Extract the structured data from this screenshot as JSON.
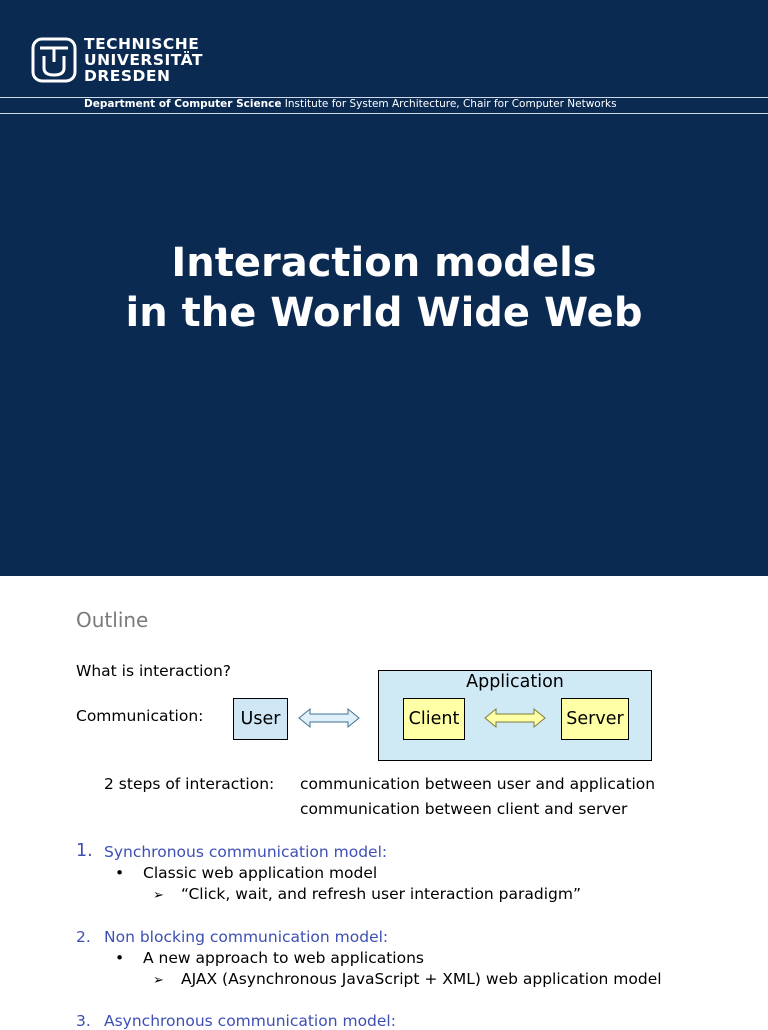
{
  "header": {
    "logo_lines": [
      "TECHNISCHE",
      "UNIVERSITÄT",
      "DRESDEN"
    ],
    "department_bold": "Department of Computer Science",
    "department_rest": " Institute for System Architecture, Chair for Computer Networks"
  },
  "title": {
    "line1": "Interaction models",
    "line2": "in the World Wide Web"
  },
  "outline": {
    "heading": "Outline",
    "question": "What is interaction?",
    "communication_label": "Communication:",
    "diagram": {
      "user": "User",
      "application": "Application",
      "client": "Client",
      "server": "Server"
    },
    "steps_label": "2 steps of interaction:",
    "steps_line1": "communication between user and application",
    "steps_line2": "communication between client and server",
    "items": [
      {
        "number": "1.",
        "title": "Synchronous communication model:",
        "bullet": "Classic web application model",
        "sub": "“Click, wait, and refresh user interaction paradigm”"
      },
      {
        "number": "2.",
        "title": "Non blocking communication model:",
        "bullet": "A new approach to web applications",
        "sub": "AJAX (Asynchronous JavaScript + XML) web application model"
      },
      {
        "number": "3.",
        "title": "Asynchronous communication model:"
      }
    ],
    "bullet_glyph": "•",
    "sub_glyph": "➢"
  },
  "colors": {
    "header_bg": "#0b2a52",
    "item_blue": "#3d4fb5",
    "user_box": "#cfe6f5",
    "app_box": "#cfe9f5",
    "client_server_box": "#ffffa6"
  }
}
